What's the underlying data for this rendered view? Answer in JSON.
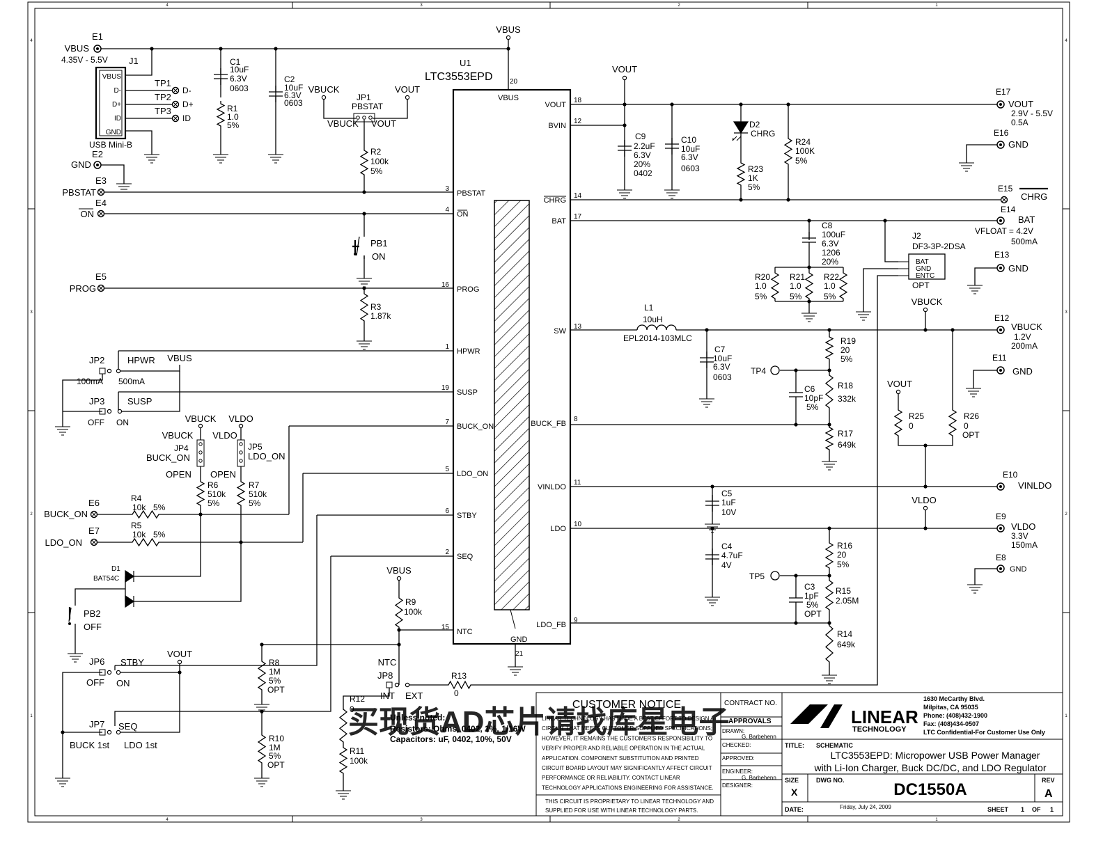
{
  "frame": {
    "top_numbers": [
      "4",
      "3",
      "2",
      "1"
    ],
    "side_letters": [
      "4",
      "3",
      "2",
      "1"
    ]
  },
  "chip": {
    "ref": "U1",
    "part": "LTC3553EPD",
    "pins_left": [
      {
        "num": "3",
        "name": "PBSTAT"
      },
      {
        "num": "4",
        "name": "ON"
      },
      {
        "num": "16",
        "name": "PROG"
      },
      {
        "num": "1",
        "name": "HPWR"
      },
      {
        "num": "19",
        "name": "SUSP"
      },
      {
        "num": "7",
        "name": "BUCK_ON"
      },
      {
        "num": "5",
        "name": "LDO_ON"
      },
      {
        "num": "6",
        "name": "STBY"
      },
      {
        "num": "2",
        "name": "SEQ"
      },
      {
        "num": "15",
        "name": "NTC"
      }
    ],
    "pins_right": [
      {
        "num": "18",
        "name": "VOUT"
      },
      {
        "num": "12",
        "name": "BVIN"
      },
      {
        "num": "14",
        "name": "CHRG"
      },
      {
        "num": "17",
        "name": "BAT"
      },
      {
        "num": "13",
        "name": "SW"
      },
      {
        "num": "8",
        "name": "BUCK_FB"
      },
      {
        "num": "11",
        "name": "VINLDO"
      },
      {
        "num": "10",
        "name": "LDO"
      },
      {
        "num": "9",
        "name": "LDO_FB"
      }
    ],
    "pin_top": {
      "num": "20",
      "name": "VBUS"
    },
    "pin_bottom": {
      "num": "21",
      "name": "GND"
    }
  },
  "nets": {
    "vbus": "VBUS",
    "vout": "VOUT",
    "vbuck": "VBUCK",
    "vldo": "VLDO"
  },
  "terminals": [
    {
      "ref": "E1",
      "label": "VBUS",
      "sub": "4.35V - 5.5V"
    },
    {
      "ref": "E2",
      "label": "GND"
    },
    {
      "ref": "E3",
      "label": "PBSTAT"
    },
    {
      "ref": "E4",
      "label": "ON"
    },
    {
      "ref": "E5",
      "label": "PROG"
    },
    {
      "ref": "E6",
      "label": "BUCK_ON"
    },
    {
      "ref": "E7",
      "label": "LDO_ON"
    },
    {
      "ref": "E17",
      "label": "VOUT",
      "sub": "2.9V - 5.5V",
      "sub2": "0.5A"
    },
    {
      "ref": "E16",
      "label": "GND"
    },
    {
      "ref": "E15",
      "label": "CHRG"
    },
    {
      "ref": "E14",
      "label": "BAT",
      "sub": "VFLOAT = 4.2V",
      "sub2": "500mA"
    },
    {
      "ref": "E13",
      "label": "GND"
    },
    {
      "ref": "E12",
      "label": "VBUCK",
      "sub": "1.2V",
      "sub2": "200mA"
    },
    {
      "ref": "E11",
      "label": "GND"
    },
    {
      "ref": "E10",
      "label": "VINLDO"
    },
    {
      "ref": "E9",
      "label": "VLDO",
      "sub": "3.3V",
      "sub2": "150mA"
    },
    {
      "ref": "E8",
      "label": "GND"
    }
  ],
  "connector_j1": {
    "ref": "J1",
    "name": "USB Mini-B",
    "pins": [
      "VBUS",
      "D-",
      "D+",
      "ID",
      "GND"
    ],
    "tp": [
      {
        "ref": "TP1",
        "label": "D-"
      },
      {
        "ref": "TP2",
        "label": "D+"
      },
      {
        "ref": "TP3",
        "label": "ID"
      }
    ]
  },
  "connector_j2": {
    "ref": "J2",
    "name": "DF3-3P-2DSA",
    "pins": [
      "BAT",
      "GND",
      "ENTC"
    ],
    "opt": "OPT"
  },
  "caps": [
    {
      "ref": "C1",
      "v": [
        "10uF",
        "6.3V",
        "0603"
      ]
    },
    {
      "ref": "C2",
      "v": [
        "10uF",
        "6.3V",
        "0603"
      ]
    },
    {
      "ref": "C9",
      "v": [
        "2.2uF",
        "6.3V",
        "20%",
        "0402"
      ]
    },
    {
      "ref": "C10",
      "v": [
        "10uF",
        "6.3V",
        "0603"
      ]
    },
    {
      "ref": "C8",
      "v": [
        "100uF",
        "6.3V",
        "1206",
        "20%"
      ]
    },
    {
      "ref": "C7",
      "v": [
        "10uF",
        "6.3V",
        "0603"
      ]
    },
    {
      "ref": "C6",
      "v": [
        "10pF",
        "5%"
      ]
    },
    {
      "ref": "C5",
      "v": [
        "1uF",
        "10V"
      ]
    },
    {
      "ref": "C4",
      "v": [
        "4.7uF",
        "4V"
      ]
    },
    {
      "ref": "C3",
      "v": [
        "1pF",
        "5%",
        "OPT"
      ]
    }
  ],
  "resistors": [
    {
      "ref": "R1",
      "v": [
        "1.0",
        "5%"
      ]
    },
    {
      "ref": "R2",
      "v": [
        "100k",
        "5%"
      ]
    },
    {
      "ref": "R3",
      "v": [
        "1.87k"
      ]
    },
    {
      "ref": "R4",
      "v": [
        "10k",
        "5%"
      ]
    },
    {
      "ref": "R5",
      "v": [
        "10k",
        "5%"
      ]
    },
    {
      "ref": "R6",
      "v": [
        "510k",
        "5%"
      ]
    },
    {
      "ref": "R7",
      "v": [
        "510k",
        "5%"
      ]
    },
    {
      "ref": "R8",
      "v": [
        "1M",
        "5%",
        "OPT"
      ]
    },
    {
      "ref": "R9",
      "v": [
        "100k"
      ]
    },
    {
      "ref": "R10",
      "v": [
        "1M",
        "5%",
        "OPT"
      ]
    },
    {
      "ref": "R11",
      "v": [
        "100k"
      ]
    },
    {
      "ref": "R12",
      "v": [
        "0"
      ]
    },
    {
      "ref": "R13",
      "v": [
        "0"
      ]
    },
    {
      "ref": "R14",
      "v": [
        "649k"
      ]
    },
    {
      "ref": "R15",
      "v": [
        "2.05M"
      ]
    },
    {
      "ref": "R16",
      "v": [
        "20",
        "5%"
      ]
    },
    {
      "ref": "R17",
      "v": [
        "649k"
      ]
    },
    {
      "ref": "R18",
      "v": [
        "332k"
      ]
    },
    {
      "ref": "R19",
      "v": [
        "20",
        "5%"
      ]
    },
    {
      "ref": "R20",
      "v": [
        "1.0",
        "5%"
      ]
    },
    {
      "ref": "R21",
      "v": [
        "1.0",
        "5%"
      ]
    },
    {
      "ref": "R22",
      "v": [
        "1.0",
        "5%"
      ]
    },
    {
      "ref": "R23",
      "v": [
        "1K",
        "5%"
      ]
    },
    {
      "ref": "R24",
      "v": [
        "100K",
        "5%"
      ]
    },
    {
      "ref": "R25",
      "v": [
        "0"
      ]
    },
    {
      "ref": "R26",
      "v": [
        "0",
        "OPT"
      ]
    }
  ],
  "inductor": {
    "ref": "L1",
    "v": "10uH",
    "part": "EPL2014-103MLC"
  },
  "led": {
    "ref": "D2",
    "label": "CHRG"
  },
  "diode": {
    "ref": "D1",
    "part": "BAT54C"
  },
  "buttons": [
    {
      "ref": "PB1",
      "label": "ON"
    },
    {
      "ref": "PB2",
      "label": "OFF"
    }
  ],
  "testpoints": [
    {
      "ref": "TP4"
    },
    {
      "ref": "TP5"
    }
  ],
  "jumpers": {
    "jp1": {
      "ref": "JP1",
      "title": "PBSTAT",
      "a": "VBUCK",
      "b": "VOUT",
      "c": "VBUCK",
      "d": "VOUT"
    },
    "jp2": {
      "ref": "JP2",
      "title": "HPWR",
      "net": "VBUS",
      "a": "100mA",
      "b": "500mA"
    },
    "jp3": {
      "ref": "JP3",
      "title": "SUSP",
      "a": "OFF",
      "b": "ON"
    },
    "jp4": {
      "ref": "JP4",
      "title": "BUCK_ON",
      "net": "VBUCK",
      "net2": "VBUCK",
      "open": "OPEN"
    },
    "jp5": {
      "ref": "JP5",
      "title": "LDO_ON",
      "net": "VLDO",
      "net2": "VLDO",
      "open": "OPEN"
    },
    "jp6": {
      "ref": "JP6",
      "title": "STBY",
      "net": "VOUT",
      "a": "OFF",
      "b": "ON"
    },
    "jp7": {
      "ref": "JP7",
      "title": "SEQ",
      "a": "BUCK 1st",
      "b": "LDO 1st"
    },
    "jp8": {
      "ref": "JP8",
      "title": "NTC",
      "a": "INT",
      "b": "EXT"
    }
  },
  "notes": {
    "line1": "Unless noted:",
    "line2": "Resistors: Ohms, 0402, 1%, 1/16W",
    "line3": "Capacitors:  uF, 0402, 10%,  50V"
  },
  "watermark": "买现货AD芯片请找库星电子",
  "title_block": {
    "customer_notice_title": "CUSTOMER NOTICE",
    "customer_notice_lines": [
      "LINEAR TECHNOLOGY HAS MADE A BEST EFFORT TO DESIGN A",
      "CIRCUIT THAT MEETS CUSTOMER-SUPPLIED SPECIFICATIONS;",
      "HOWEVER, IT REMAINS THE CUSTOMER'S RESPONSIBILITY TO",
      "VERIFY PROPER AND RELIABLE OPERATION IN THE ACTUAL",
      "APPLICATION. COMPONENT SUBSTITUTION AND PRINTED",
      "CIRCUIT BOARD LAYOUT MAY SIGNIFICANTLY AFFECT CIRCUIT",
      "PERFORMANCE OR RELIABILITY. CONTACT LINEAR",
      "TECHNOLOGY APPLICATIONS ENGINEERING FOR ASSISTANCE."
    ],
    "proprietary_lines": [
      "THIS CIRCUIT IS PROPRIETARY TO LINEAR TECHNOLOGY AND",
      "SUPPLIED FOR USE WITH LINEAR TECHNOLOGY PARTS."
    ],
    "contract_no": "CONTRACT NO.",
    "approvals": "APPROVALS",
    "drawn_label": "DRAWN:",
    "drawn": "G. Barbehenn",
    "checked_label": "CHECKED:",
    "approved_label": "APPROVED:",
    "engineer_label": "ENGINEER:",
    "engineer": "G. Barbehenn",
    "designer_label": "DESIGNER:",
    "logo_text": "LINEAR",
    "logo_sub": "TECHNOLOGY",
    "address": [
      "1630 McCarthy Blvd.",
      "Milpitas, CA 95035",
      "Phone: (408)432-1900",
      "Fax: (408)434-0507",
      "LTC Confidential-For Customer Use Only"
    ],
    "title_label": "TITLE:",
    "title_kind": "SCHEMATIC",
    "title_line1": "LTC3553EPD: Micropower USB Power Manager",
    "title_line2": "with Li-Ion Charger, Buck DC/DC, and LDO Regulator",
    "size_label": "SIZE",
    "size": "X",
    "dwg_label": "DWG NO.",
    "dwg": "DC1550A",
    "rev_label": "REV",
    "rev": "A",
    "date_label": "DATE:",
    "date": "Friday, July 24, 2009",
    "sheet_label": "SHEET",
    "sheet": "1",
    "of_label": "OF",
    "of": "1"
  }
}
